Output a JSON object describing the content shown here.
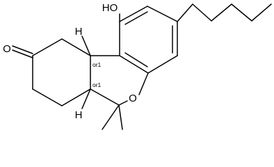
{
  "atoms": {
    "hydroxyl": "HO",
    "ketone_oxygen": "O",
    "ring_oxygen": "O",
    "hydrogen_top": "H",
    "hydrogen_bottom": "H"
  },
  "stereo": {
    "top": "or1",
    "bottom": "or1"
  },
  "colors": {
    "bond": "#000000",
    "background": "#ffffff"
  }
}
